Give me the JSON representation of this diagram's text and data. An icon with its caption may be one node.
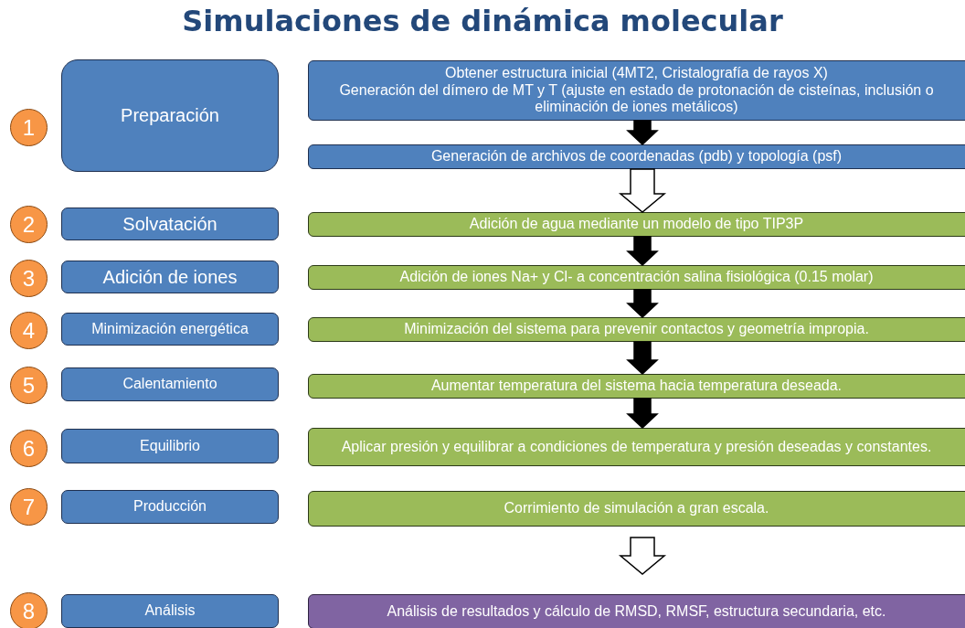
{
  "diagram": {
    "title": "Simulaciones de dinámica molecular",
    "nodes": [
      {
        "text": [
          "1"
        ]
      },
      {
        "text": [
          "Preparación"
        ]
      },
      {
        "text": [
          "Obtener estructura inicial (4MT2, Cristalografía de rayos X)",
          "Generación del dímero de MT y T (ajuste en estado de protonación de cisteínas, inclusión o eliminación de iones metálicos)"
        ]
      },
      {
        "text": [
          "Generación de archivos de coordenadas (pdb) y topología (psf)"
        ]
      },
      {
        "text": [
          "2"
        ]
      },
      {
        "text": [
          "Solvatación"
        ]
      },
      {
        "text": [
          "Adición de agua mediante un modelo de tipo TIP3P"
        ]
      },
      {
        "text": [
          "3"
        ]
      },
      {
        "text": [
          "Adición de iones"
        ]
      },
      {
        "text": [
          "Adición de iones Na+ y Cl- a concentración salina fisiológica (0.15 molar)"
        ]
      },
      {
        "text": [
          "4"
        ]
      },
      {
        "text": [
          "Minimización energética"
        ]
      },
      {
        "text": [
          "Minimización del sistema para prevenir contactos y geometría impropia."
        ]
      },
      {
        "text": [
          "5"
        ]
      },
      {
        "text": [
          "Calentamiento"
        ]
      },
      {
        "text": [
          "Aumentar temperatura del sistema hacia temperatura deseada."
        ]
      },
      {
        "text": [
          "6"
        ]
      },
      {
        "text": [
          "Equilibrio"
        ]
      },
      {
        "text": [
          "Aplicar presión y equilibrar a condiciones de temperatura y presión deseadas y constantes."
        ]
      },
      {
        "text": [
          "7"
        ]
      },
      {
        "text": [
          "Producción"
        ]
      },
      {
        "text": [
          "Corrimiento de simulación a gran escala."
        ]
      },
      {
        "text": [
          "8"
        ]
      },
      {
        "text": [
          "Análisis"
        ]
      },
      {
        "text": [
          "Análisis de resultados y cálculo de RMSD, RMSF, estructura secundaria, etc."
        ]
      }
    ],
    "edges": [
      {
        "from": 2,
        "to": 3,
        "arrow": "to"
      },
      {
        "from": 3,
        "to": 6,
        "arrow": "to",
        "color": "#ffffff"
      },
      {
        "from": 6,
        "to": 9,
        "arrow": "to"
      },
      {
        "from": 9,
        "to": 12,
        "arrow": "to"
      },
      {
        "from": 12,
        "to": 15,
        "arrow": "to"
      },
      {
        "from": 15,
        "to": 18,
        "arrow": "to"
      },
      {
        "from": 21,
        "to": 24,
        "arrow": "to",
        "color": "#ffffff"
      }
    ]
  }
}
